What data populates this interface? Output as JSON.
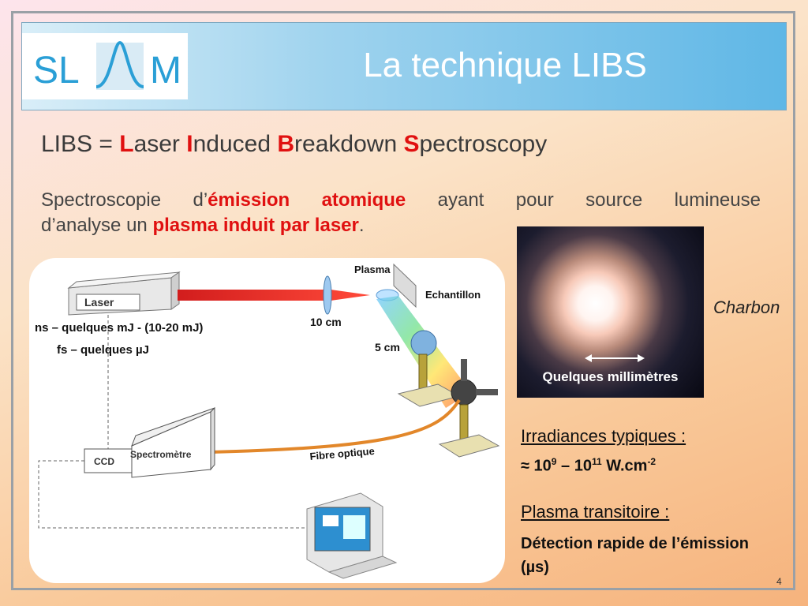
{
  "header": {
    "logo_left": "SL",
    "logo_right": "M",
    "title": "La technique LIBS"
  },
  "definition": {
    "prefix": "LIBS = ",
    "l": "L",
    "l_rest": "aser ",
    "i": "I",
    "i_rest": "nduced ",
    "b": "B",
    "b_rest": "reakdown ",
    "s": "S",
    "s_rest": "pectroscopy"
  },
  "paragraph": {
    "w1": "Spectroscopie",
    "w2": "d’",
    "w2b": "émission",
    "w3": "atomique",
    "w4": "ayant",
    "w5": "pour",
    "w6": "source",
    "w7": "lumineuse",
    "line2_a": "d’analyse un ",
    "line2_b": "plasma induit par laser",
    "line2_c": "."
  },
  "diagram": {
    "laser": "Laser",
    "ns": "ns – quelques mJ - (10-20 mJ)",
    "fs": "fs – quelques µJ",
    "plasma": "Plasma",
    "echantillon": "Echantillon",
    "dist10": "10 cm",
    "dist5": "5 cm",
    "ccd": "CCD",
    "spectrometre": "Spectromètre",
    "fibre": "Fibre optique"
  },
  "photo": {
    "caption": "Quelques millimètres",
    "label": "Charbon"
  },
  "irradiance": {
    "title": "Irradiances typiques :",
    "approx": "≈ 10",
    "exp1": "9",
    "dash": " – 10",
    "exp2": "11",
    "unit": " W.cm",
    "exp3": "-2"
  },
  "plasma": {
    "title": "Plasma transitoire :",
    "line1": "Détection rapide de l’émission",
    "line2": "(µs)"
  },
  "page_number": "4",
  "colors": {
    "accent_red": "#e01010",
    "title_white": "#ffffff",
    "logo_blue": "#2a9fd6"
  }
}
